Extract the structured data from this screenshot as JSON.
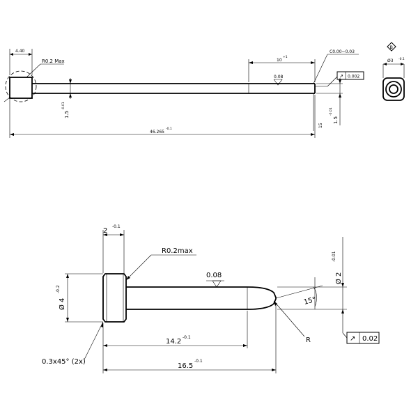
{
  "top_view": {
    "head_width": "4.40",
    "head_radius": "R0.2 Max",
    "shank_dia": "1.5",
    "shank_dia_tol": "-0.01",
    "overall_length": "46.265",
    "overall_length_tol": "-0.1",
    "tip_length": "10",
    "tip_length_tol": "+1",
    "chamfer": "C0.00~0.03",
    "surface": "0.08",
    "runout": "0.002",
    "angle": "15",
    "tip_dia": "1.5",
    "tip_dia_tol": "-0.01"
  },
  "end_view": {
    "label": "B",
    "dia": "Ø3",
    "dia_tol": "-0.1"
  },
  "detail_view": {
    "head_width": "2",
    "head_width_tol": "-0.1",
    "head_radius": "R0.2max",
    "surface": "0.08",
    "head_dia": "Ø 4",
    "head_dia_tol": "-0.2",
    "tip_dia": "Ø 2",
    "tip_dia_tol": "-0.01",
    "angle": "15°",
    "radius": "R",
    "runout_value": "0.02",
    "shank_length": "14.2",
    "shank_length_tol": "-0.1",
    "overall_length": "16.5",
    "overall_length_tol": "-0.1",
    "chamfer": "0.3x45° (2x)"
  },
  "symbols": {
    "runout": "↗",
    "surface": "▽"
  }
}
